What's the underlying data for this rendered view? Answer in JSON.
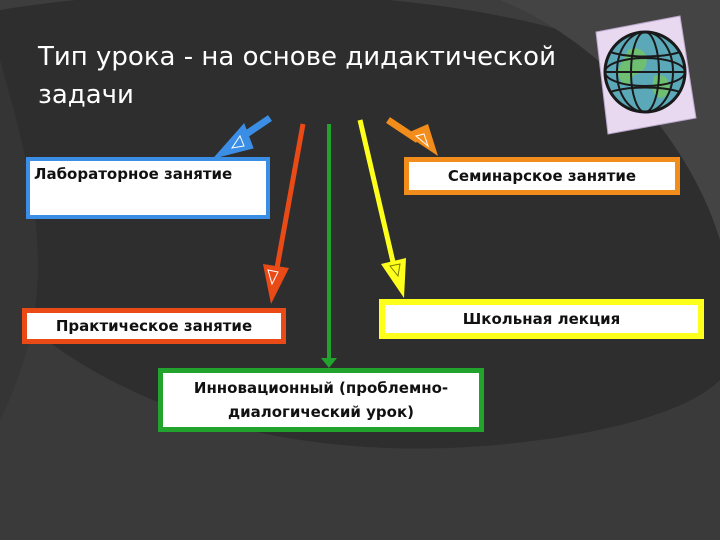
{
  "title": "Тип урока - на основе дидактической\nзадачи",
  "boxes": {
    "laboratory": "Лабораторное занятие",
    "seminar": "Семинарское занятие",
    "practical": "Практическое занятие",
    "school_lecture": "Школьная лекция",
    "innovative": "Инновационный (проблемно-диалогический урок)"
  },
  "colors": {
    "background": "#2e2e2e",
    "blue": "#3a8ee6",
    "orange": "#f28c1a",
    "red": "#ea4a16",
    "yellow": "#ffff1c",
    "green": "#22a32e"
  },
  "icons": [
    "globe-icon"
  ]
}
